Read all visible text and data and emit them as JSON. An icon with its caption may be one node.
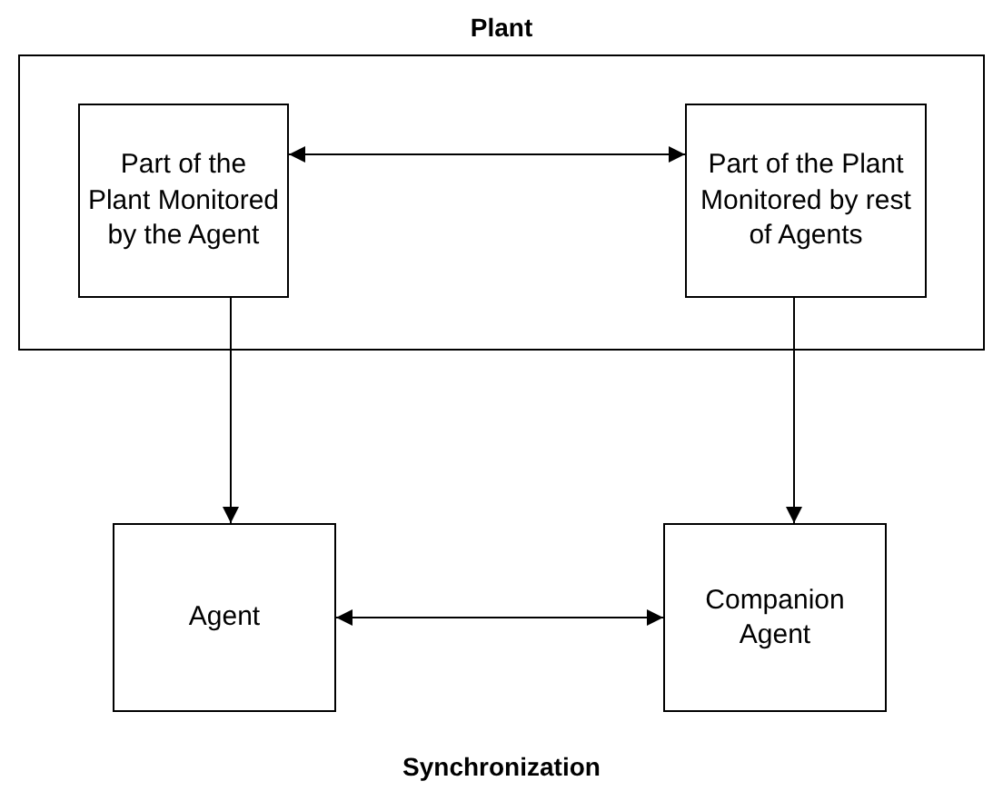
{
  "diagram": {
    "nodes": [
      {
        "text": [
          "Plant"
        ]
      },
      {
        "text": [
          "Part of the Plant Monitored by the Agent"
        ],
        "in": 0
      },
      {
        "text": [
          "Part of the Plant Monitored by rest of Agents"
        ],
        "in": 0
      },
      {
        "text": [
          "Agent"
        ]
      },
      {
        "text": [
          "Companion Agent"
        ]
      }
    ],
    "edges": [
      {
        "from": 1,
        "to": 2,
        "arrow": "both"
      },
      {
        "from": 1,
        "to": 3,
        "arrow": "to"
      },
      {
        "from": 2,
        "to": 4,
        "arrow": "to"
      },
      {
        "from": 3,
        "to": 4,
        "arrow": "both"
      }
    ],
    "labels": [
      "Synchronization"
    ]
  }
}
